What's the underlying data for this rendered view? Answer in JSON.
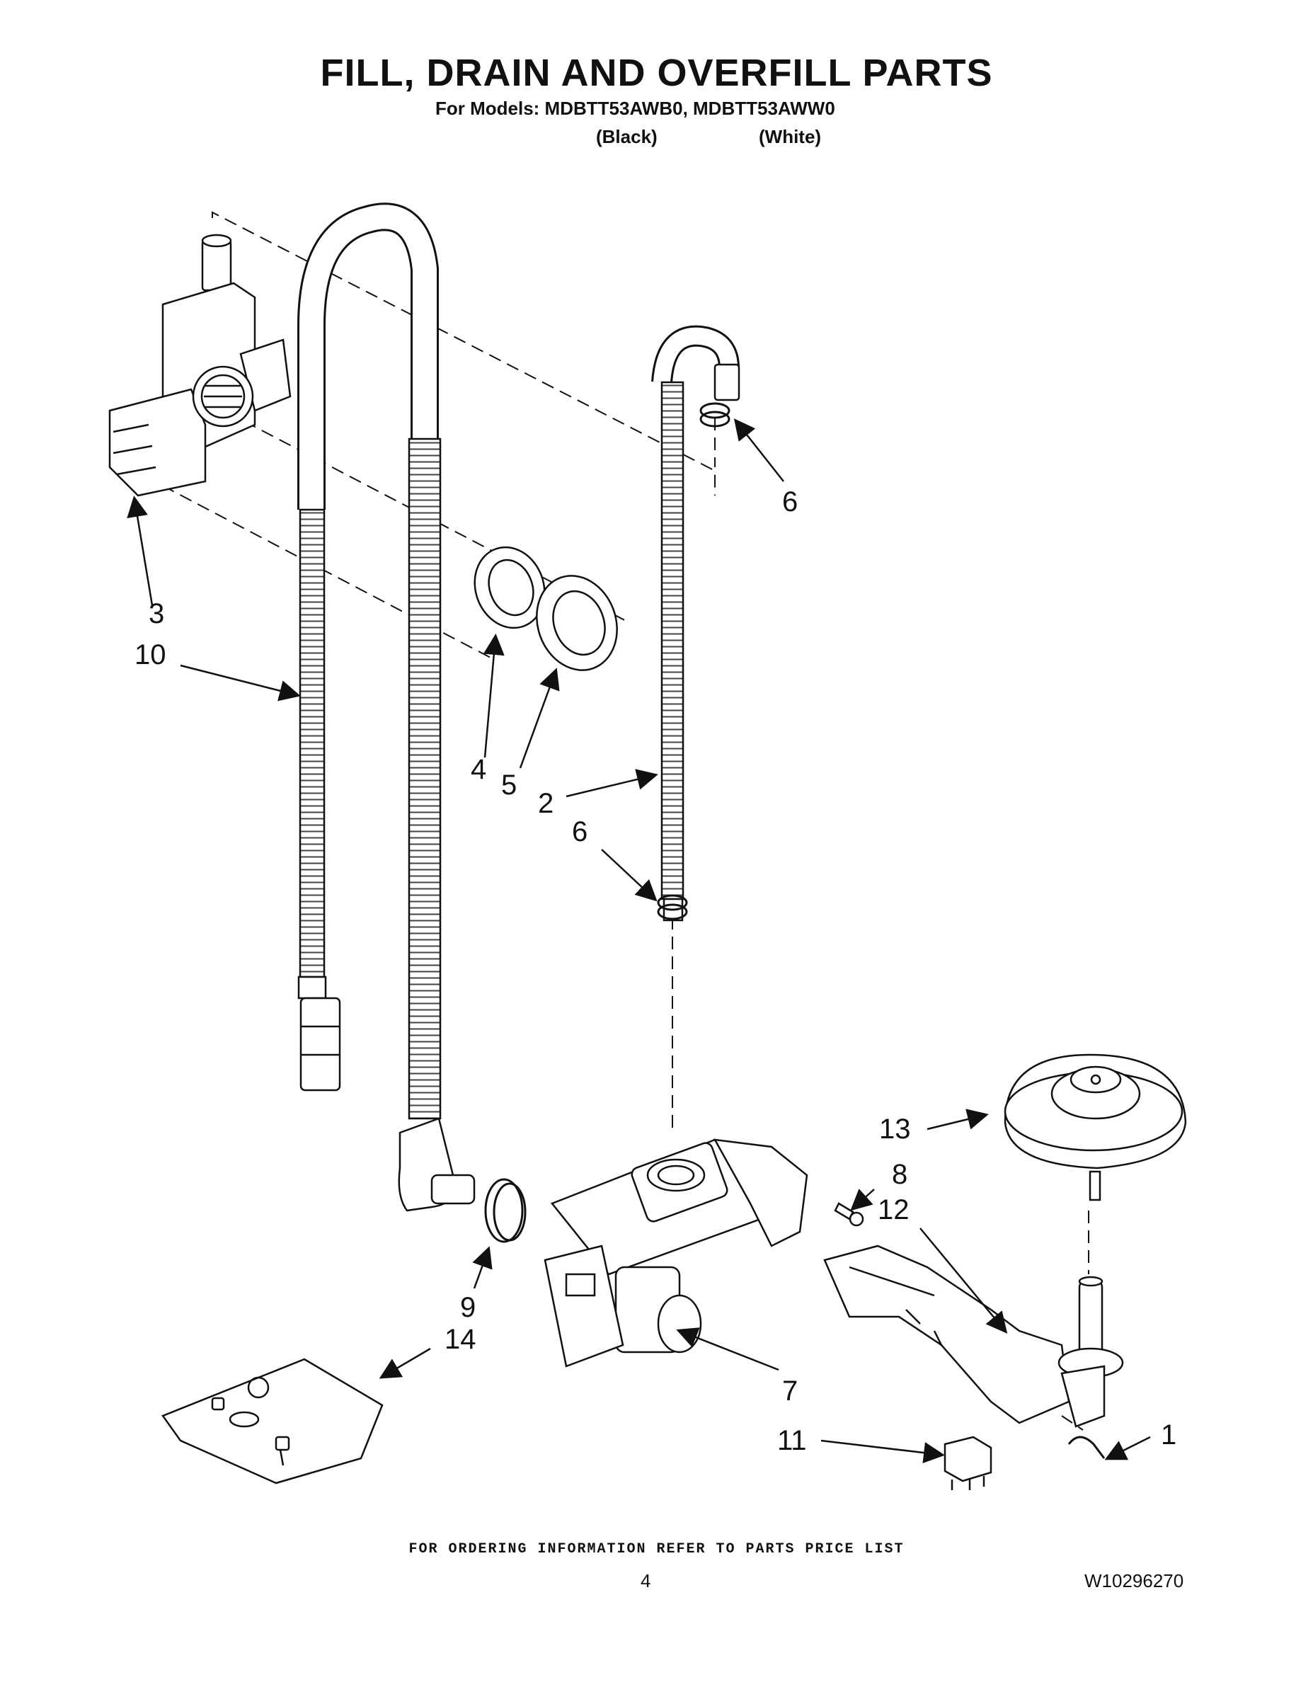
{
  "header": {
    "title": "FILL, DRAIN AND OVERFILL PARTS",
    "models_line": "For Models: MDBTT53AWB0, MDBTT53AWW0",
    "variant_black": "(Black)",
    "variant_white": "(White)"
  },
  "callouts": {
    "c1": "1",
    "c2": "2",
    "c3": "3",
    "c4": "4",
    "c5": "5",
    "c6a": "6",
    "c6b": "6",
    "c7": "7",
    "c8": "8",
    "c9": "9",
    "c10": "10",
    "c11": "11",
    "c12": "12",
    "c13": "13",
    "c14": "14"
  },
  "footer": {
    "ordering_note": "FOR ORDERING INFORMATION REFER TO PARTS PRICE LIST",
    "page_number": "4",
    "document_number": "W10296270"
  }
}
